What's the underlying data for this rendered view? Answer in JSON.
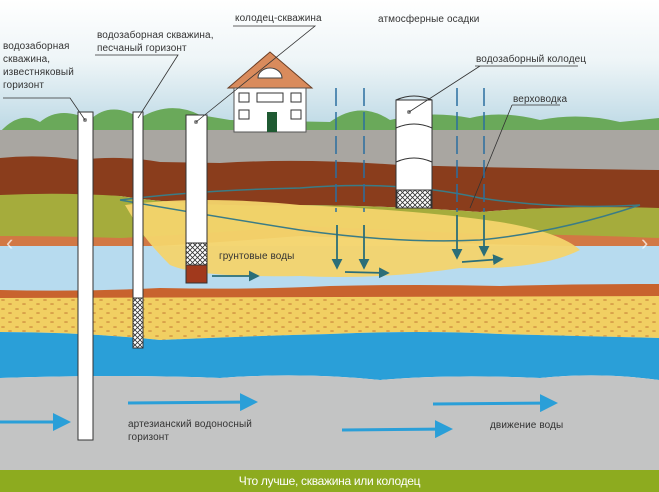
{
  "labels": {
    "limestone_well": "водозаборная\nскважина,\nизвестняковый\nгоризонт",
    "sand_well": "водозаборная скважина,\nпесчаный горизонт",
    "well_borehole": "колодец-скважина",
    "precipitation": "атмосферные осадки",
    "intake_well": "водозаборный колодец",
    "perched_water": "верховодка",
    "groundwater": "грунтовые воды",
    "artesian": "артезианский водоносный\nгоризонт",
    "water_movement": "движение воды"
  },
  "caption": "Что лучше, скважина или колодец",
  "nav": {
    "prev": "‹",
    "next": "›"
  },
  "colors": {
    "caption_bg": "#8dab1f",
    "water": "#2a9fd8",
    "arrow": "#2b6e78"
  }
}
